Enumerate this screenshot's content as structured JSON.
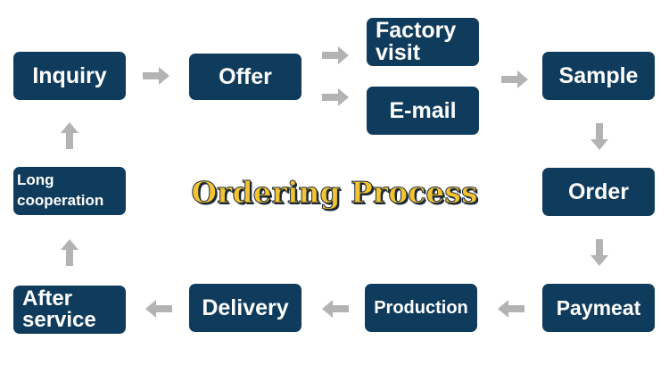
{
  "title": "Ordering Process",
  "colors": {
    "node_fill": "#0f3b5c",
    "node_text": "#ffffff",
    "arrow": "#b3b3b3",
    "title_fill": "#f4c430"
  },
  "steps": {
    "inquiry": "Inquiry",
    "offer": "Offer",
    "factory_visit_line1": "Factory",
    "factory_visit_line2": "visit",
    "email": "E-mail",
    "sample": "Sample",
    "order": "Order",
    "paymeat": "Paymeat",
    "production": "Production",
    "delivery": "Delivery",
    "after_service_line1": "After",
    "after_service_line2": "service",
    "long_coop_line1": "Long",
    "long_coop_line2": "cooperation"
  },
  "arrow_icons": [
    "arrow-right-icon",
    "arrow-down-icon",
    "arrow-left-icon",
    "arrow-up-icon"
  ]
}
